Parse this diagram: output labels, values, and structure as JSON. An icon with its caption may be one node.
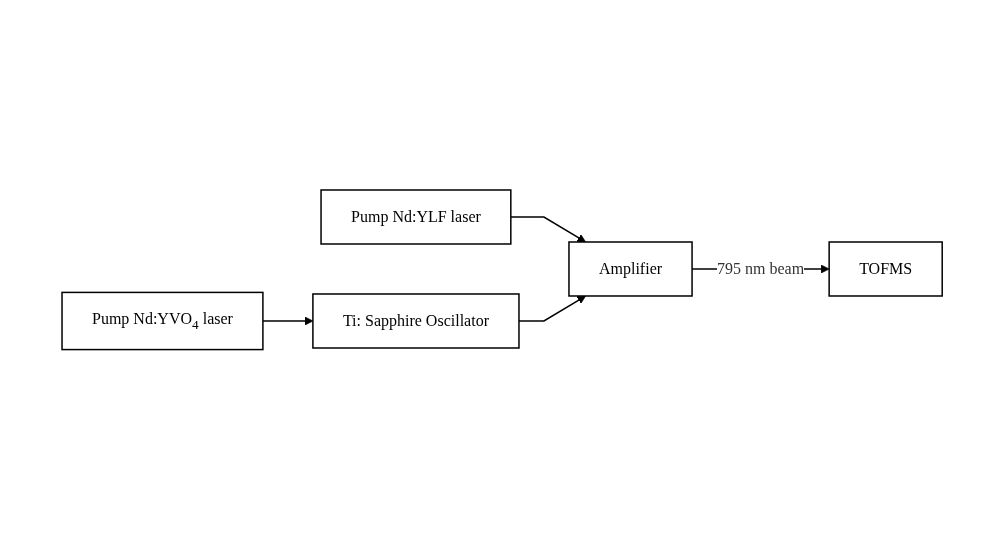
{
  "diagram": {
    "nodes": [
      {
        "text": [
          "Pump Nd:YLF laser"
        ]
      },
      {
        "text": [
          "Amplifier"
        ]
      },
      {
        "text": [
          "TOFMS"
        ]
      },
      {
        "text": [
          "Ti: Sapphire Oscillator"
        ]
      },
      {
        "text": [
          "Pump Nd:YVO$_{4}$ laser"
        ]
      }
    ],
    "edges": [
      {
        "from": 0,
        "to": 1,
        "arrow": "to"
      },
      {
        "from": 1,
        "to": 2,
        "arrow": "to",
        "label": "795 nm beam"
      },
      {
        "from": 3,
        "to": 1,
        "arrow": "to"
      },
      {
        "from": 4,
        "to": 3,
        "arrow": "to"
      }
    ]
  }
}
